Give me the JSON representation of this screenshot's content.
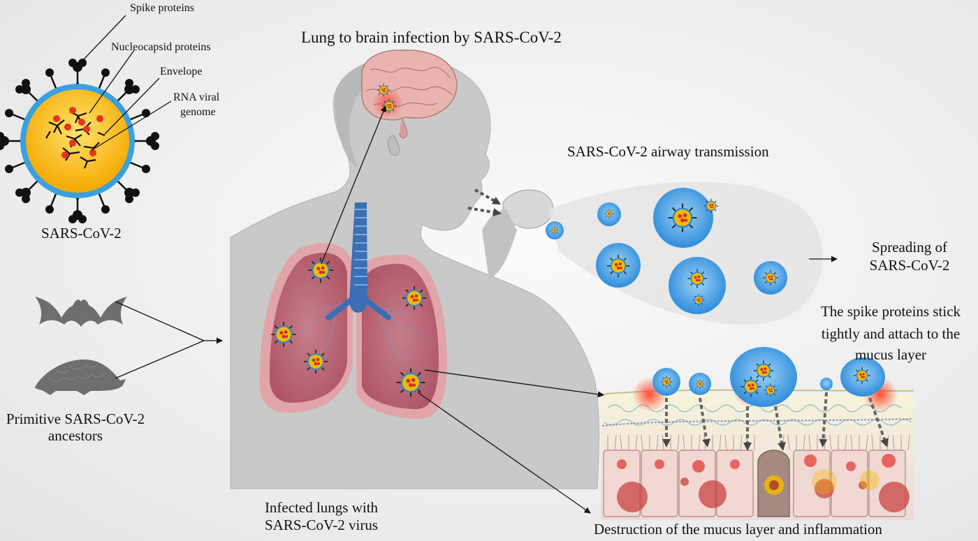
{
  "title": "Lung to brain infection by SARS-CoV-2",
  "virus_diagram": {
    "name": "SARS-CoV-2",
    "parts": {
      "spike": "Spike proteins",
      "nucleocapsid": "Nucleocapsid proteins",
      "envelope": "Envelope",
      "rna_line1": "RNA viral",
      "rna_line2": "genome"
    }
  },
  "ancestors": {
    "line1": "Primitive SARS-CoV-2",
    "line2": "ancestors"
  },
  "lungs": {
    "line1": "Infected lungs with",
    "line2": "SARS-CoV-2 virus"
  },
  "airway": {
    "title": "SARS-CoV-2 airway transmission"
  },
  "spreading": {
    "line1": "Spreading of",
    "line2": "SARS-CoV-2"
  },
  "spike_attach": {
    "line1": "The spike proteins stick",
    "line2": "tightly and attach to the",
    "line3": "mucus layer"
  },
  "destruction": {
    "caption": "Destruction of the mucus layer and inflammation"
  },
  "colors": {
    "virus_core": "#f5b800",
    "virus_envelope": "#3aa0e0",
    "rna_dot": "#e8321e",
    "droplet": "#3b9be0",
    "lung_glow": "#e84a52",
    "lung_fill": "#b25a6c",
    "trachea": "#3a6fb5",
    "silhouette": "#c9c9c9"
  }
}
